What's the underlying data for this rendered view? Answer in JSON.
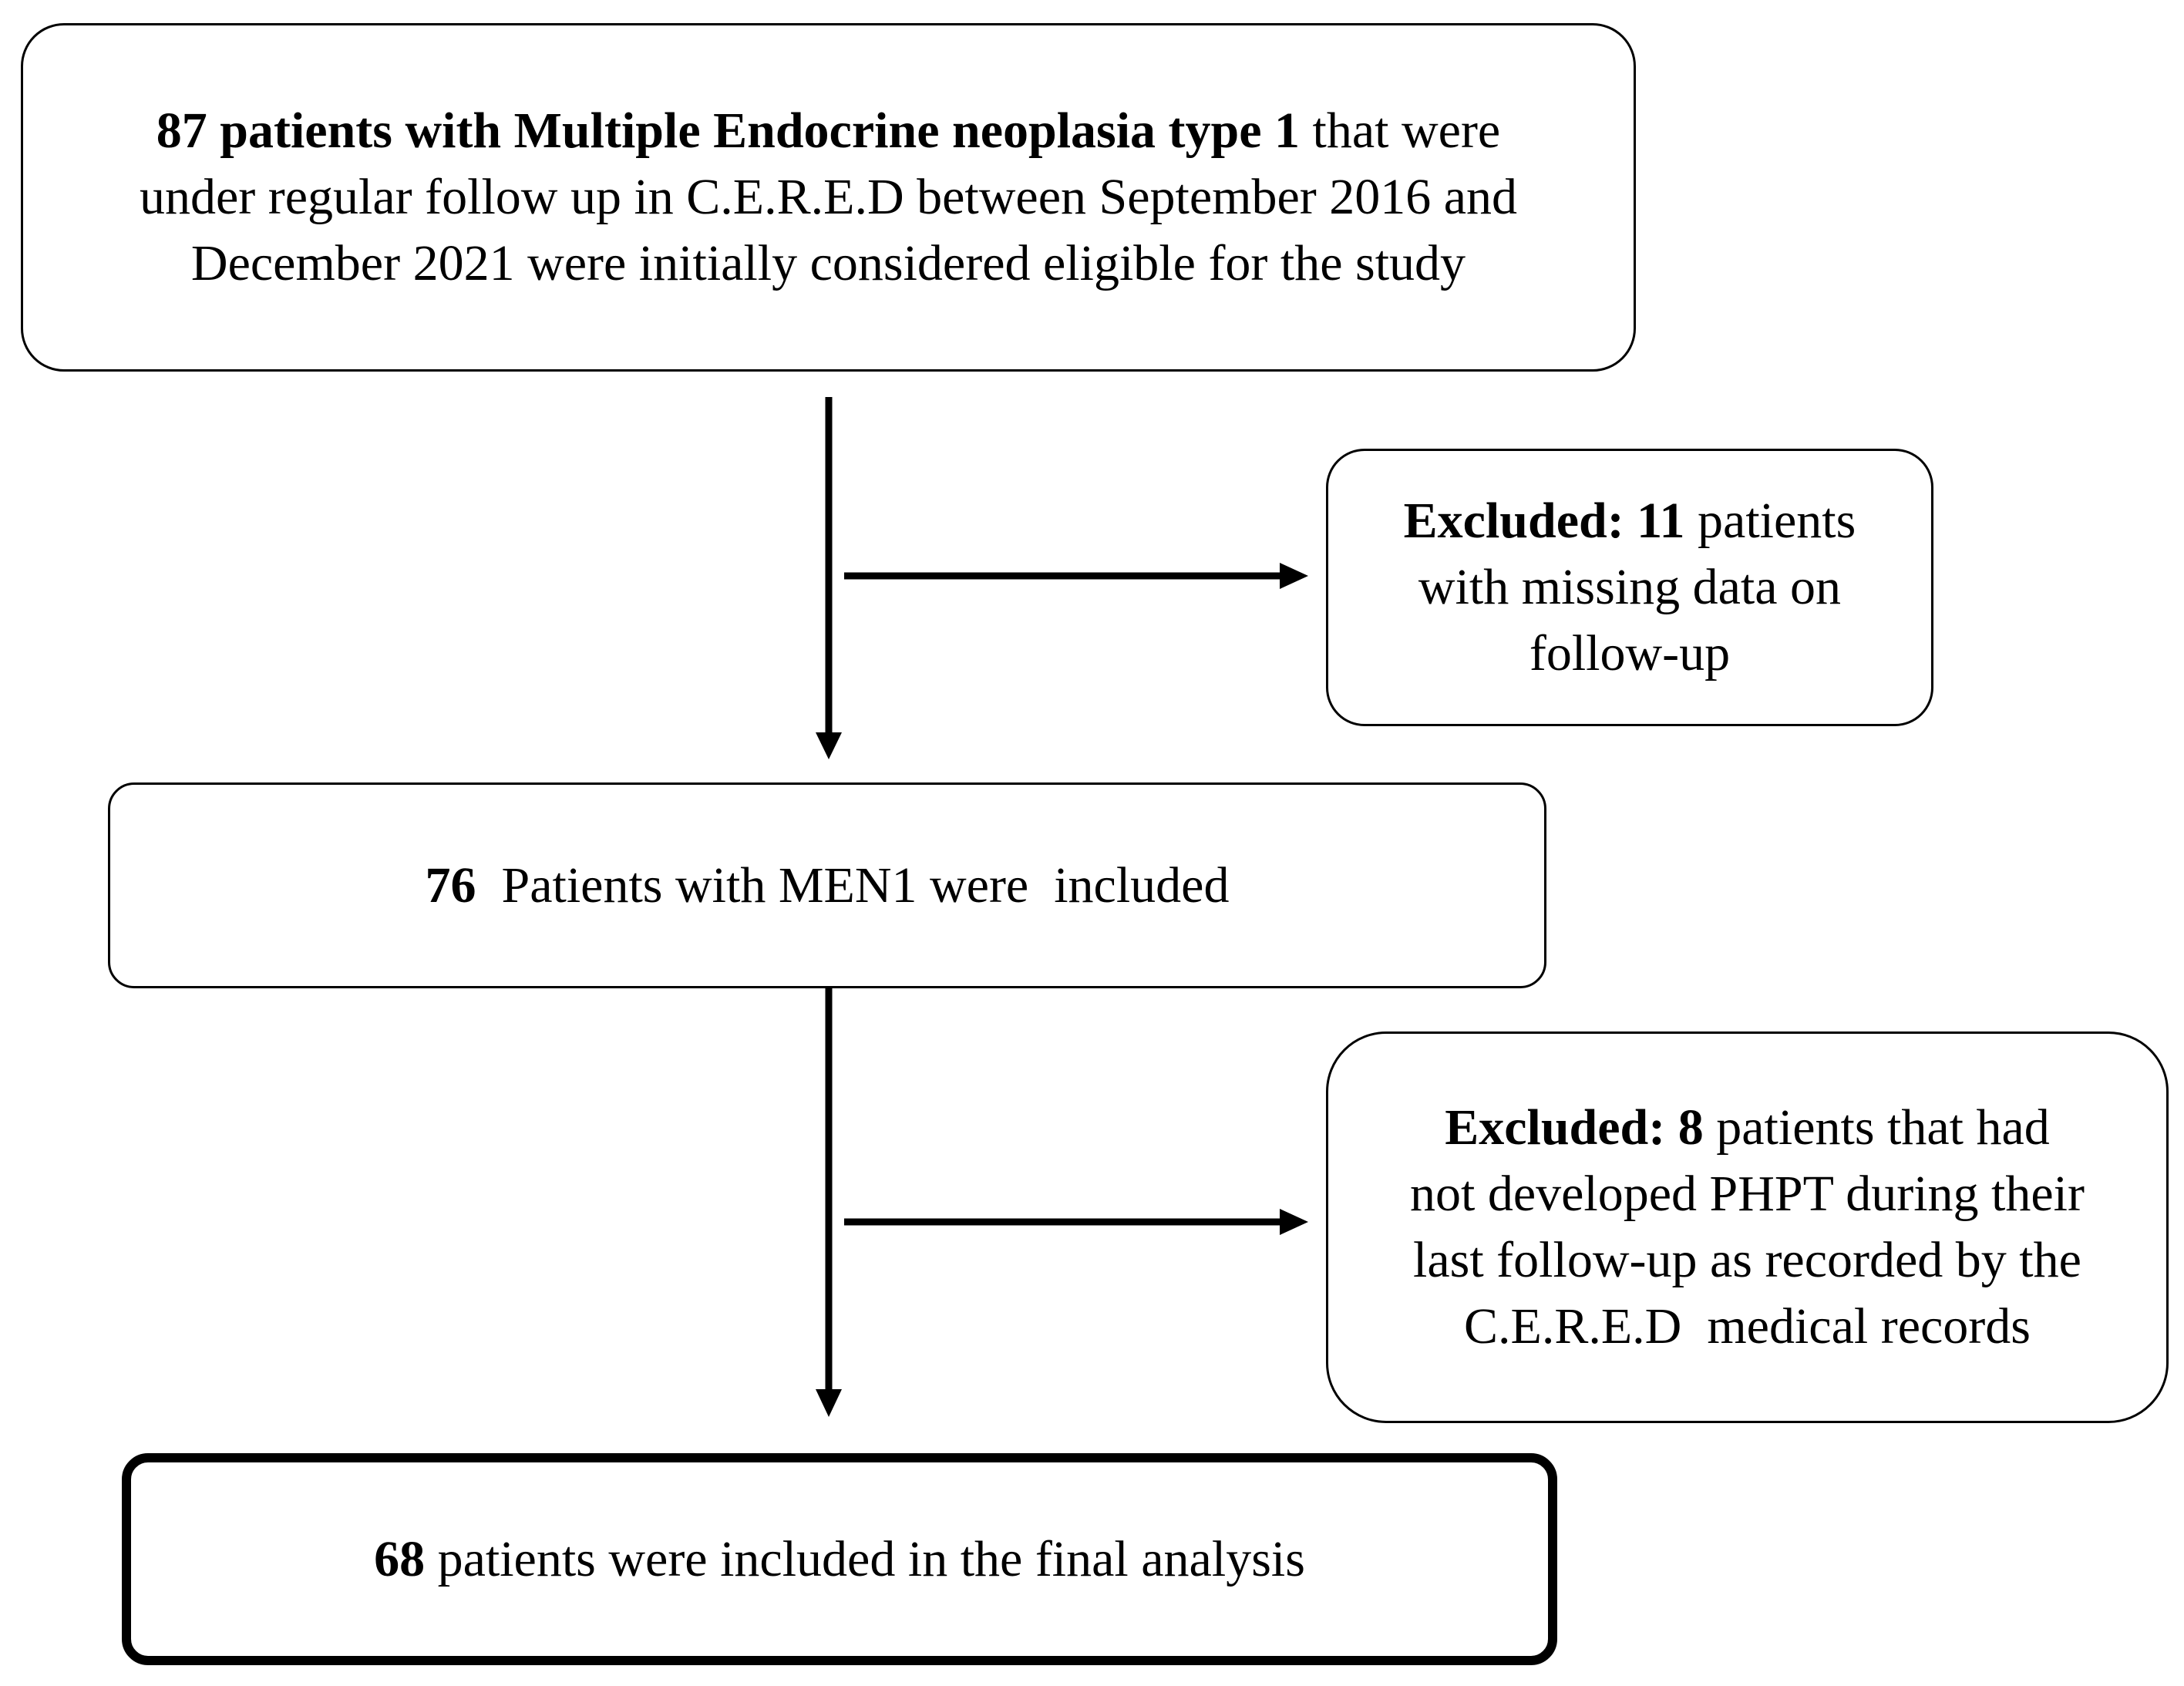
{
  "boxes": {
    "eligible": {
      "bold_prefix": "87 patients with  Multiple Endocrine neoplasia  type 1",
      "line1_rest": " that were",
      "line2": "under regular follow up in C.E.R.E.D between September 2016 and",
      "line3": "December 2021 were initially considered eligible for the study"
    },
    "excluded_1": {
      "bold_prefix": "Excluded: 11",
      "line1_rest": " patients",
      "line2": "with missing data on",
      "line3": "follow-up"
    },
    "included": {
      "bold_prefix": "76",
      "rest": "  Patients with MEN1 were  included"
    },
    "excluded_2": {
      "bold_prefix": "Excluded: 8",
      "line1_rest": " patients that had",
      "line2": "not developed PHPT during their",
      "line3": "last follow-up as recorded by the",
      "line4": "C.E.R.E.D  medical records"
    },
    "final": {
      "bold_prefix": "68",
      "rest": " patients were included in the final analysis"
    }
  },
  "colors": {
    "stroke": "#000000",
    "background": "#ffffff"
  }
}
